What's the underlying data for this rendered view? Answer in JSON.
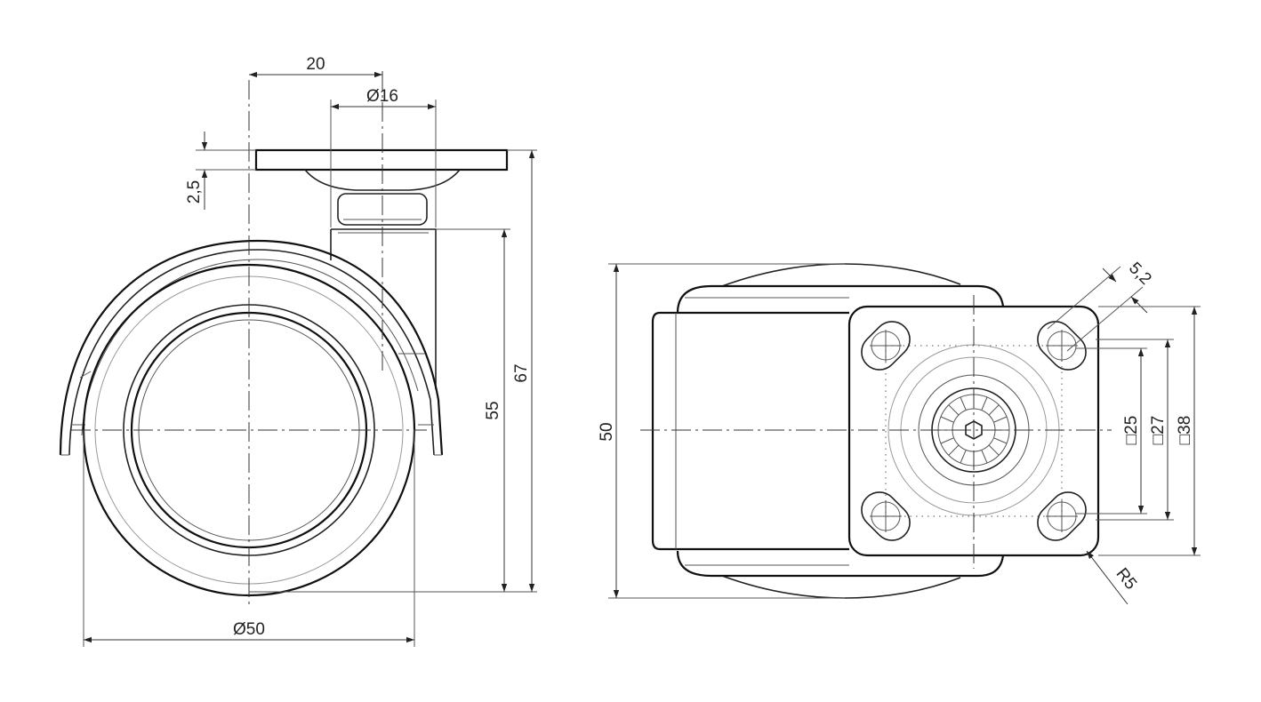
{
  "side_view": {
    "dimensions": {
      "offset": "20",
      "stem_diameter": "Ø16",
      "plate_thickness": "2,5",
      "height_to_plate": "55",
      "total_height": "67",
      "wheel_diameter": "Ø50"
    }
  },
  "top_view": {
    "dimensions": {
      "width": "50",
      "hole_diameter": "5,2",
      "hole_spacing_inner": "□25",
      "hole_spacing_outer": "□27",
      "plate_size": "□38",
      "corner_radius": "R5"
    }
  }
}
